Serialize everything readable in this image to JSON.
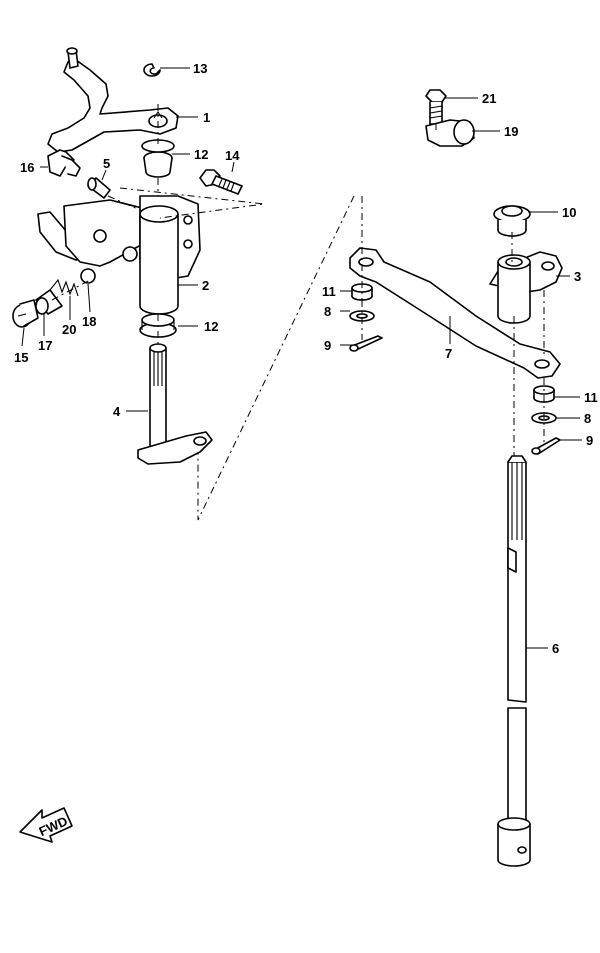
{
  "callouts": [
    {
      "id": "c13",
      "label": "13"
    },
    {
      "id": "c1",
      "label": "1"
    },
    {
      "id": "c12a",
      "label": "12"
    },
    {
      "id": "c14",
      "label": "14"
    },
    {
      "id": "c16",
      "label": "16"
    },
    {
      "id": "c5",
      "label": "5"
    },
    {
      "id": "c2",
      "label": "2"
    },
    {
      "id": "c12b",
      "label": "12"
    },
    {
      "id": "c15",
      "label": "15"
    },
    {
      "id": "c17",
      "label": "17"
    },
    {
      "id": "c20",
      "label": "20"
    },
    {
      "id": "c18",
      "label": "18"
    },
    {
      "id": "c4",
      "label": "4"
    },
    {
      "id": "c21",
      "label": "21"
    },
    {
      "id": "c19",
      "label": "19"
    },
    {
      "id": "c10",
      "label": "10"
    },
    {
      "id": "c3",
      "label": "3"
    },
    {
      "id": "c11a",
      "label": "11"
    },
    {
      "id": "c8a",
      "label": "8"
    },
    {
      "id": "c9a",
      "label": "9"
    },
    {
      "id": "c7",
      "label": "7"
    },
    {
      "id": "c11b",
      "label": "11"
    },
    {
      "id": "c8b",
      "label": "8"
    },
    {
      "id": "c9b",
      "label": "9"
    },
    {
      "id": "c6",
      "label": "6"
    }
  ],
  "direction_arrow": {
    "label": "FWD"
  }
}
